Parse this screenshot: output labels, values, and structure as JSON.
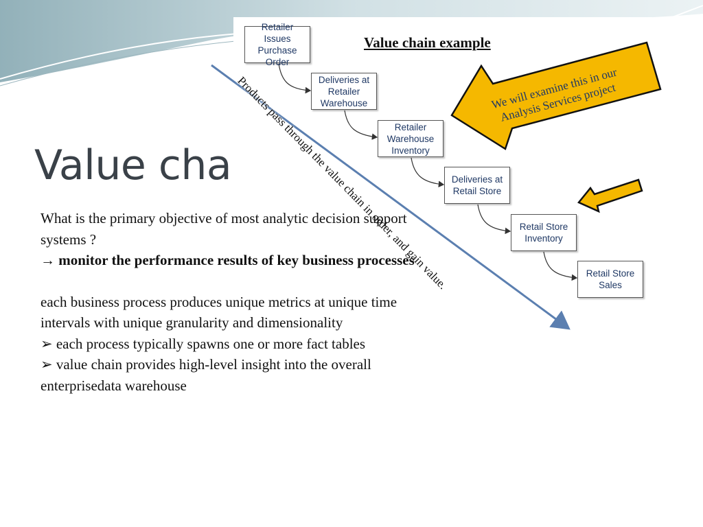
{
  "slide": {
    "title": "Value chain",
    "colors": {
      "title": "#3a4148",
      "box_text": "#1f3864",
      "callout_fill": "#f5b800",
      "diagonal_arrow": "#5b7fb0"
    }
  },
  "diagram": {
    "title": "Value chain example",
    "steps": [
      "Retailer Issues Purchase Order",
      "Deliveries at Retailer Warehouse",
      "Retailer Warehouse Inventory",
      "Deliveries at Retail Store",
      "Retail Store Inventory",
      "Retail Store Sales"
    ],
    "diagonal_label": "Products pass through the value chain in order, and gain value.",
    "callout": "We will examine this in our Analysis Services project"
  },
  "body": {
    "question": "What is the primary objective of most analytic decision support systems ?",
    "answer_arrow": "→",
    "answer": "monitor the performance results of key business processes",
    "paragraph": "each business process produces unique metrics at unique time intervals with unique granularity and dimensionality",
    "bullet_marker": "➢",
    "bullets": [
      "each process typically spawns one or more fact tables",
      "value chain provides high-level insight into the overall enterprisedata warehouse"
    ]
  }
}
